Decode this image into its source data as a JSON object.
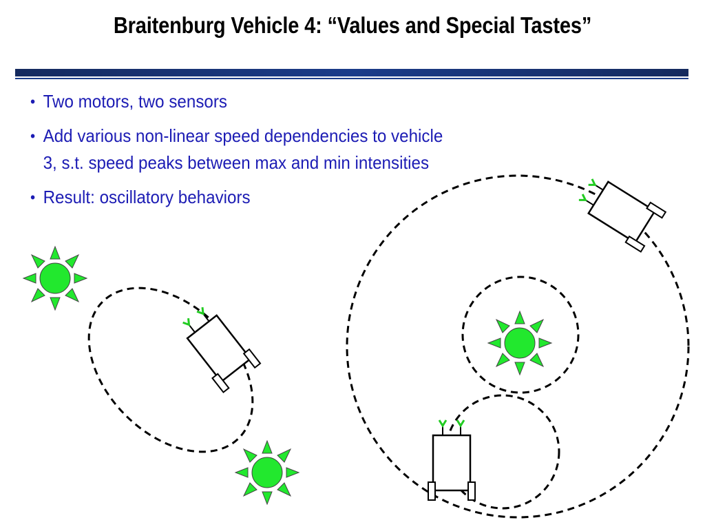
{
  "title": "Braitenburg Vehicle 4:  “Values and Special Tastes”",
  "bullets": [
    "Two motors, two sensors",
    "Add various non-linear speed dependencies to vehicle 3, s.t. speed peaks between max and min intensities",
    "Result:  oscillatory behaviors"
  ],
  "bullet_glyph": "•",
  "colors": {
    "title": "#000000",
    "bullet_text": "#1c1cb4",
    "rule": "#1b3c8a",
    "light_source": "#22e82e",
    "sensor": "#22cc22",
    "path": "#000000"
  }
}
